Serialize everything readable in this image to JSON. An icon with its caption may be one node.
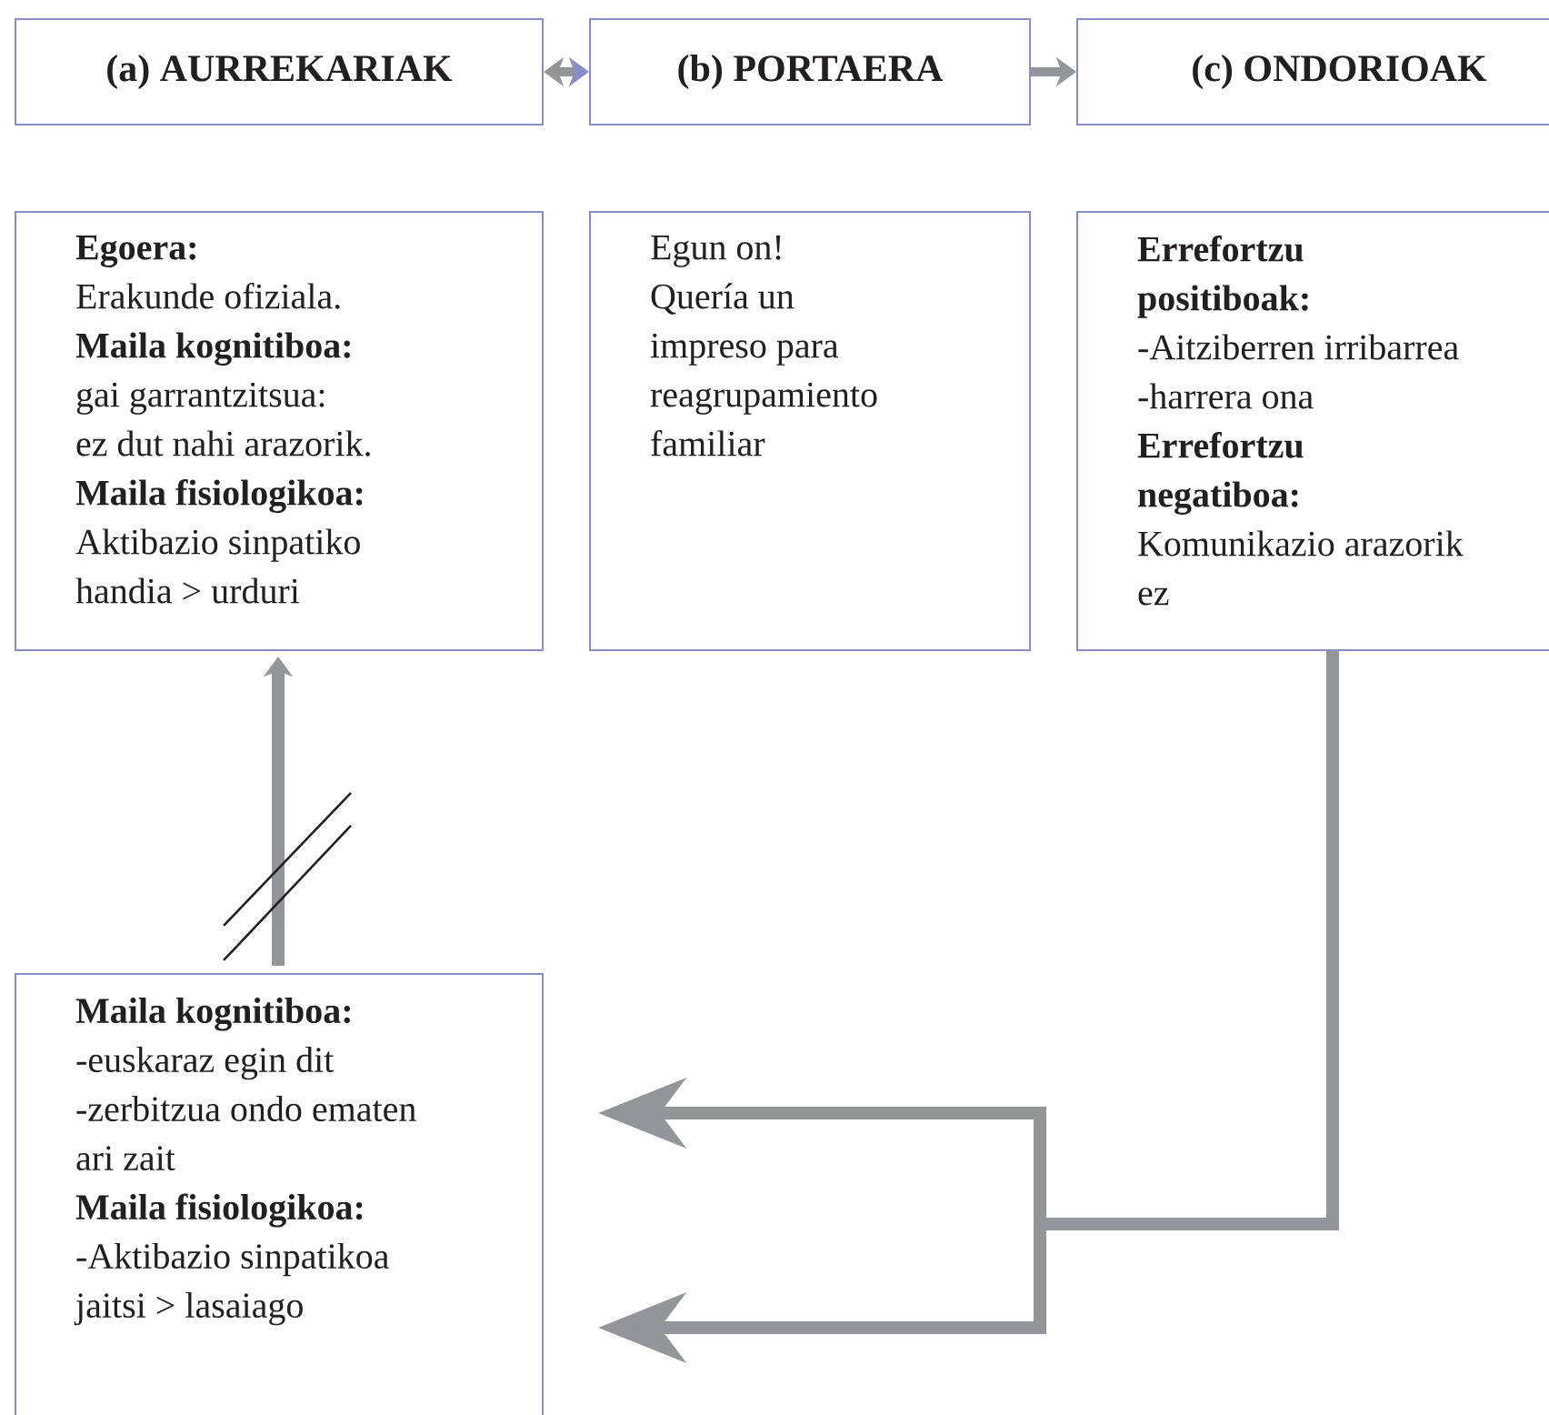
{
  "diagram": {
    "nodes": [
      {
        "text": [
          "(a) AURREKARIAK"
        ]
      },
      {
        "text": [
          "(b) PORTAERA"
        ]
      },
      {
        "text": [
          "(c) ONDORIOAK"
        ]
      },
      {
        "text": [
          "Egoera:",
          "Erakunde ofiziala.",
          "Maila kognitiboa:",
          "gai garrantzitsua:",
          "ez dut nahi arazorik.",
          "Maila fisiologikoa:",
          "Aktibazio sinpatiko handia > urduri"
        ]
      },
      {
        "text": [
          "Egun on!",
          "Quería un impreso para reagrupamiento familiar"
        ]
      },
      {
        "text": [
          "Errefortzu positiboak:",
          "-Aitziberren irribarrea",
          "-harrera ona",
          "Errefortzu negatiboa:",
          "Komunikazio arazorik ez"
        ]
      },
      {
        "text": [
          "Maila kognitiboa:",
          "-euskaraz egin dit",
          "-zerbitzua ondo ematen ari zait",
          "Maila fisiologikoa:",
          "-Aktibazio sinpatikoa jaitsi > lasaiago"
        ]
      }
    ],
    "edges": [
      {
        "from": 0,
        "to": 1,
        "arrow": "both"
      },
      {
        "from": 1,
        "to": 2,
        "arrow": "to"
      },
      {
        "from": 6,
        "to": 3,
        "arrow": "to"
      },
      {
        "from": 5,
        "to": 6,
        "arrow": "to"
      },
      {
        "from": 5,
        "to": 6,
        "arrow": "to"
      }
    ]
  }
}
